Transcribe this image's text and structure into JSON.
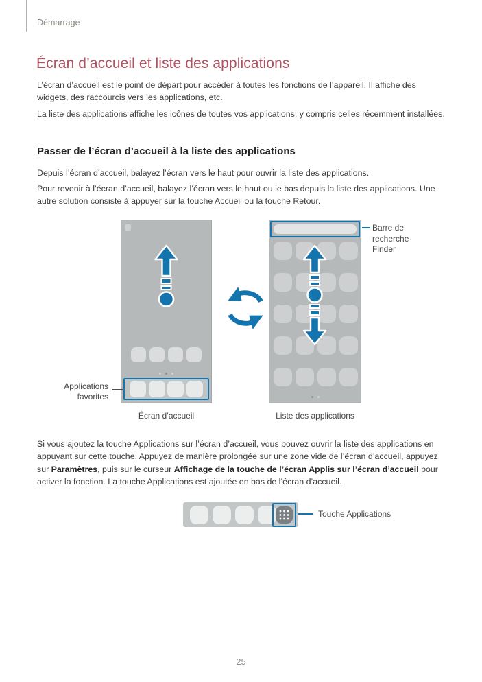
{
  "page": {
    "header": "Démarrage",
    "page_number": "25"
  },
  "article": {
    "title": "Écran d’accueil et liste des applications",
    "intro_p1": "L’écran d’accueil est le point de départ pour accéder à toutes les fonctions de l’appareil. Il affiche des widgets, des raccourcis vers les applications, etc.",
    "intro_p2": "La liste des applications affiche les icônes de toutes vos applications, y compris celles récemment installées.",
    "section_heading": "Passer de l’écran d’accueil à la liste des applications",
    "section_p1": "Depuis l’écran d’accueil, balayez l’écran vers le haut pour ouvrir la liste des applications.",
    "section_p2": "Pour revenir à l’écran d’accueil, balayez l’écran vers le haut ou le bas depuis la liste des applications. Une autre solution consiste à appuyer sur la touche Accueil ou la touche Retour.",
    "apps_button_p": {
      "part1": "Si vous ajoutez la touche Applications sur l’écran d’accueil, vous pouvez ouvrir la liste des applications en appuyant sur cette touche. Appuyez de manière prolongée sur une zone vide de l’écran d’accueil, appuyez sur ",
      "bold1": "Paramètres",
      "part2": ", puis sur le curseur ",
      "bold2": "Affichage de la touche de l’écran Applis sur l’écran d’accueil",
      "part3": " pour activer la fonction. La touche Applications est ajoutée en bas de l’écran d’accueil."
    }
  },
  "figure_swipe": {
    "home_label": "Écran d’accueil",
    "apps_label": "Liste des applications",
    "favorites_callout": "Applications\nfavorites",
    "finder_callout": "Barre de\nrecherche\nFinder",
    "home_phone": {
      "widget_row_icons": 4,
      "dock_icons": 4,
      "page_dots": 3
    },
    "apps_phone": {
      "grid_icons": 20,
      "page_dots": 2
    }
  },
  "figure_dock": {
    "dock_icons": 4,
    "apps_button_callout": "Touche Applications"
  },
  "colors": {
    "accent_blue": "#1474ae",
    "title_red": "#b0525f"
  }
}
